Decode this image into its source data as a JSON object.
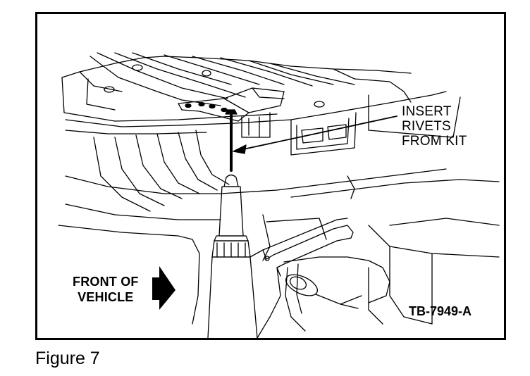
{
  "figure": {
    "callout_insert": [
      "INSERT",
      "RIVETS",
      "FROM KIT"
    ],
    "callout_front": [
      "FRONT OF",
      "VEHICLE"
    ],
    "reference_code": "TB-7949-A",
    "caption": "Figure 7"
  },
  "colors": {
    "ink": "#000000",
    "paper": "#ffffff"
  },
  "icons": {
    "direction": "right-arrow-icon"
  }
}
